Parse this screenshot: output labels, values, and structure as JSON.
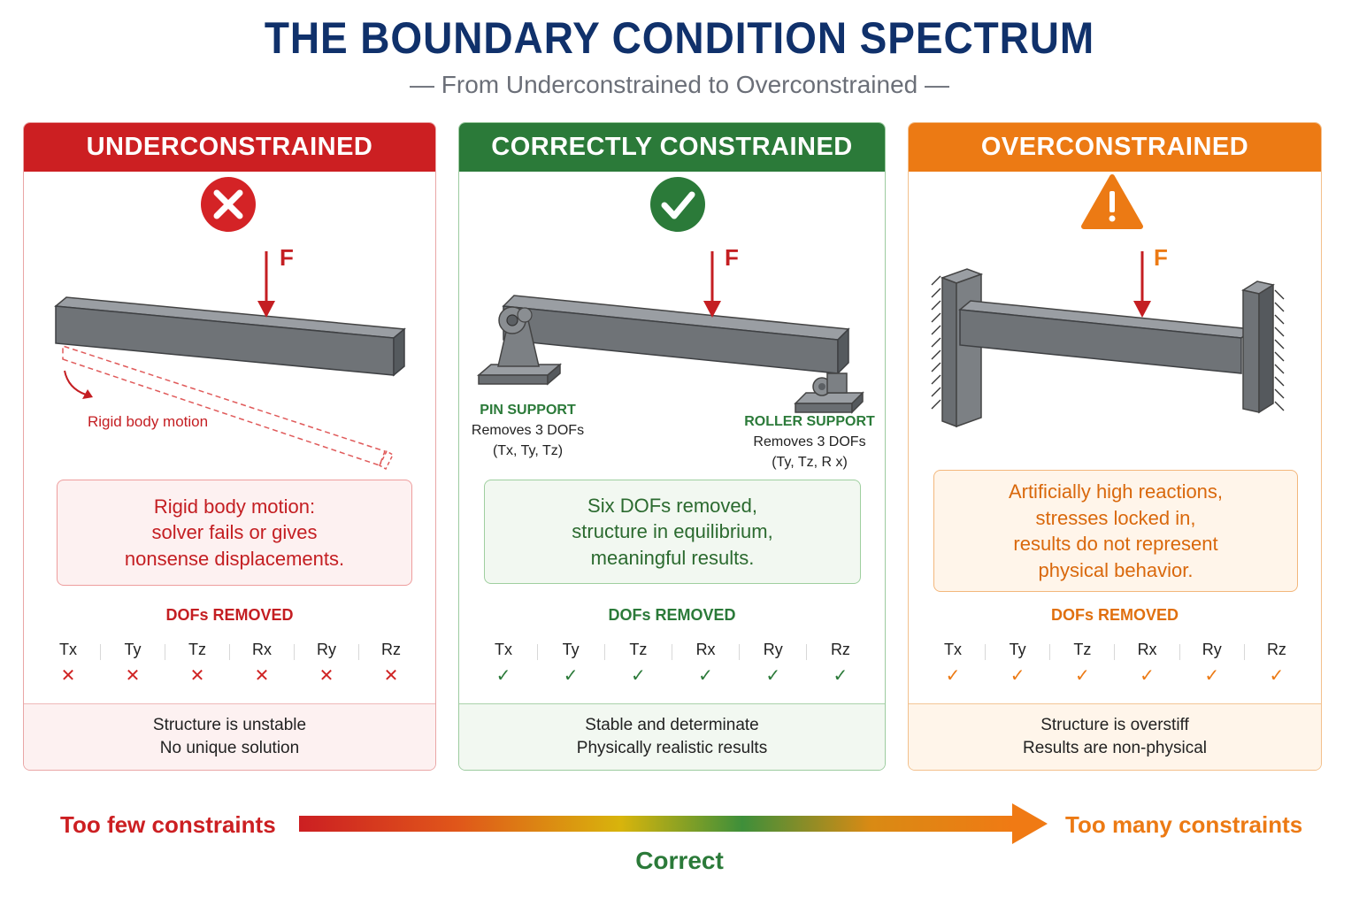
{
  "header": {
    "title": "THE BOUNDARY CONDITION SPECTRUM",
    "subtitle": "— From Underconstrained to Overconstrained —"
  },
  "panels": [
    {
      "title": "UNDERCONSTRAINED",
      "status_icon": "x-circle-icon",
      "force_label": "F",
      "motion_label": "Rigid body motion",
      "message": [
        "Rigid body motion:",
        "solver fails or gives",
        "nonsense displacements."
      ],
      "dof_title": "DOFs REMOVED",
      "dofs": [
        {
          "label": "Tx",
          "mark": "✕"
        },
        {
          "label": "Ty",
          "mark": "✕"
        },
        {
          "label": "Tz",
          "mark": "✕"
        },
        {
          "label": "Rx",
          "mark": "✕"
        },
        {
          "label": "Ry",
          "mark": "✕"
        },
        {
          "label": "Rz",
          "mark": "✕"
        }
      ],
      "footer": [
        "Structure is unstable",
        "No unique solution"
      ],
      "color": "#cc1f22"
    },
    {
      "title": "CORRECTLY CONSTRAINED",
      "status_icon": "check-circle-icon",
      "force_label": "F",
      "pin_support": {
        "title": "PIN SUPPORT",
        "line1": "Removes 3 DOFs",
        "line2": "(Tx, Ty, Tz)"
      },
      "roller_support": {
        "title": "ROLLER SUPPORT",
        "line1": "Removes 3 DOFs",
        "line2": "(Ty, Tz, R x)"
      },
      "message": [
        "Six DOFs removed,",
        "structure in equilibrium,",
        "meaningful results."
      ],
      "dof_title": "DOFs REMOVED",
      "dofs": [
        {
          "label": "Tx",
          "mark": "✓"
        },
        {
          "label": "Ty",
          "mark": "✓"
        },
        {
          "label": "Tz",
          "mark": "✓"
        },
        {
          "label": "Rx",
          "mark": "✓"
        },
        {
          "label": "Ry",
          "mark": "✓"
        },
        {
          "label": "Rz",
          "mark": "✓"
        }
      ],
      "footer": [
        "Stable and determinate",
        "Physically realistic results"
      ],
      "color": "#2b7a39"
    },
    {
      "title": "OVERCONSTRAINED",
      "status_icon": "warning-triangle-icon",
      "force_label": "F",
      "message": [
        "Artificially high reactions,",
        "stresses locked in,",
        "results do not represent",
        "physical behavior."
      ],
      "dof_title": "DOFs REMOVED",
      "dofs": [
        {
          "label": "Tx",
          "mark": "✓"
        },
        {
          "label": "Ty",
          "mark": "✓"
        },
        {
          "label": "Tz",
          "mark": "✓"
        },
        {
          "label": "Rx",
          "mark": "✓"
        },
        {
          "label": "Ry",
          "mark": "✓"
        },
        {
          "label": "Rz",
          "mark": "✓"
        }
      ],
      "footer": [
        "Structure is overstiff",
        "Results are non-physical"
      ],
      "color": "#ec7a14"
    }
  ],
  "spectrum": {
    "left": "Too few constraints",
    "middle": "Correct",
    "right": "Too many constraints"
  }
}
